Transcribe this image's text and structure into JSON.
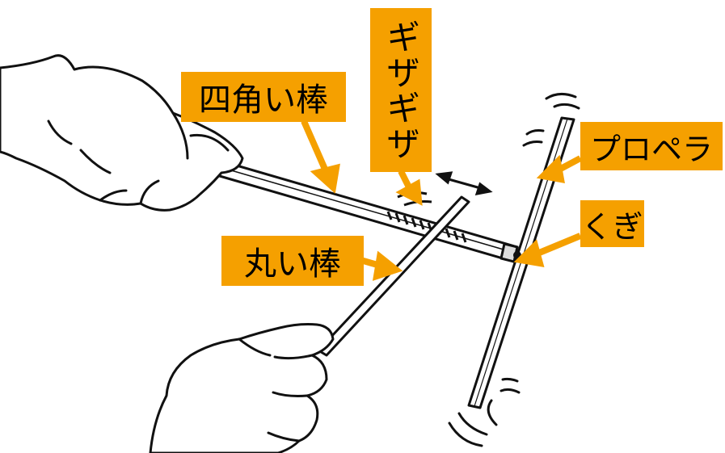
{
  "labels": {
    "square_stick": "四角い棒",
    "zigzag": "ギザギザ",
    "propeller": "プロペラ",
    "nail": "くぎ",
    "round_stick": "丸い棒"
  },
  "colors": {
    "label_bg": "#f5a000",
    "arrow": "#f5a000",
    "ink": "#111111"
  },
  "icons": [
    "left-hand-icon",
    "right-hand-icon",
    "double-arrow-icon"
  ]
}
